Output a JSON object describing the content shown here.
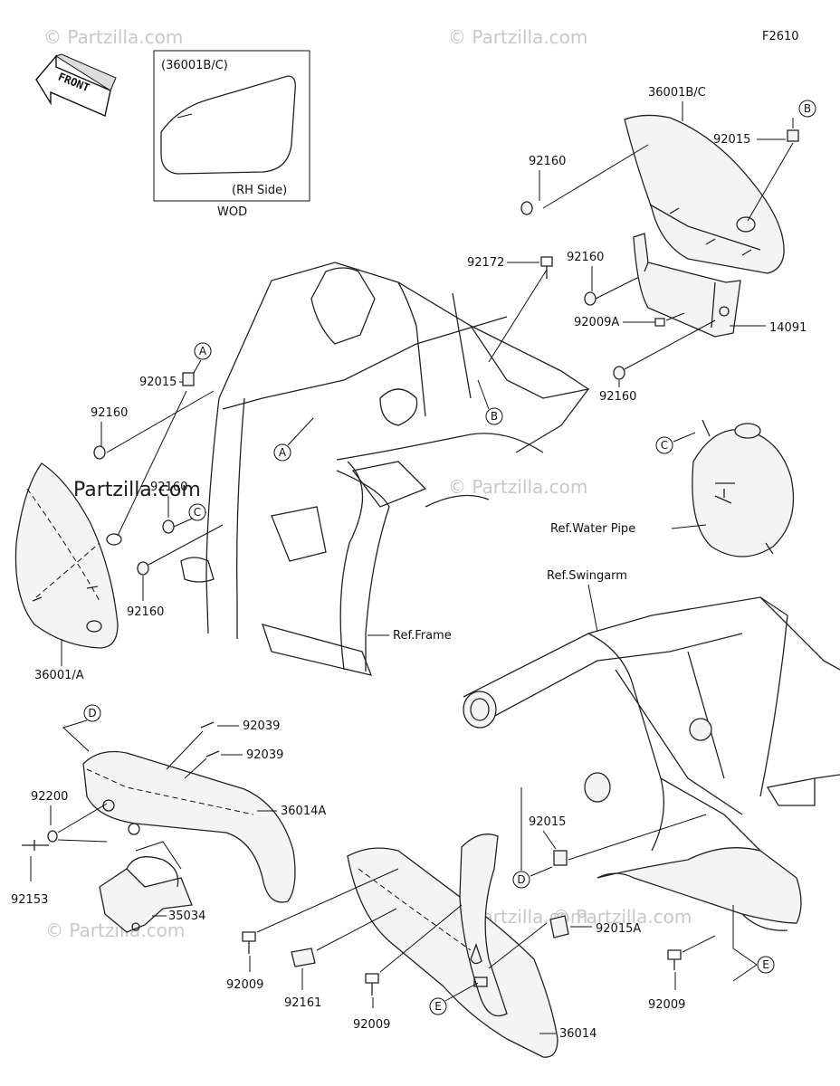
{
  "figure_code": "F2610",
  "watermarks": {
    "top_left": "© Partzilla.com",
    "top_right": "© Partzilla.com",
    "middle_left": "© Partzilla.com",
    "middle_right": "© Partzilla.com",
    "bottom_left": "© Partzilla.com",
    "bottom_center": "© Partzilla.com",
    "bottom_right": "© Partzilla.com"
  },
  "front_arrow": "FRONT",
  "inset": {
    "title": "(36001B/C)",
    "side": "(RH Side)",
    "caption": "WOD"
  },
  "labels": {
    "p36001bc": "36001B/C",
    "p92015_b": "92015",
    "p92160_top": "92160",
    "p92172": "92172",
    "p92160_mid": "92160",
    "p92009a": "92009A",
    "p14091": "14091",
    "p92160_right": "92160",
    "p92015_a": "92015",
    "p92160_l1": "92160",
    "p92160_l2": "92160",
    "p92160_l3": "92160",
    "p36001a": "36001/A",
    "ref_water_pipe": "Ref.Water Pipe",
    "ref_frame": "Ref.Frame",
    "ref_swingarm": "Ref.Swingarm",
    "p92039_1": "92039",
    "p92039_2": "92039",
    "p92200": "92200",
    "p36014a": "36014A",
    "p92153": "92153",
    "p35034": "35034",
    "p92015_d": "92015",
    "p92015a": "92015A",
    "p92009_l": "92009",
    "p92161": "92161",
    "p92009_m": "92009",
    "p92009_r": "92009",
    "p36014": "36014"
  },
  "callouts": {
    "a1": "A",
    "a2": "A",
    "b1": "B",
    "b2": "B",
    "c1": "C",
    "c2": "C",
    "d1": "D",
    "d2": "D",
    "e1": "E",
    "e2": "E"
  }
}
